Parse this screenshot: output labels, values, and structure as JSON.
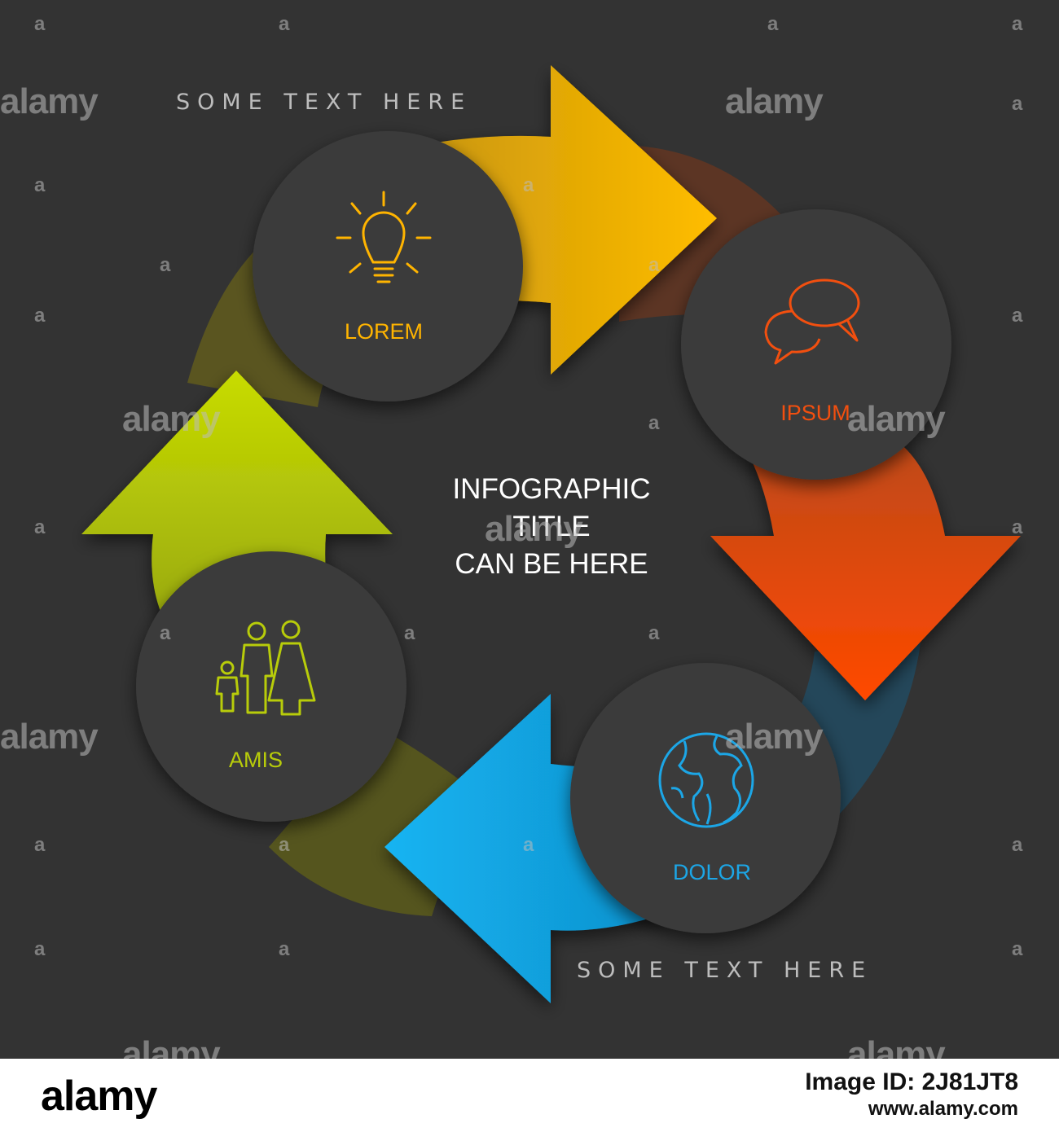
{
  "caption_top": "SOME TEXT HERE",
  "caption_bottom": "SOME TEXT HERE",
  "title_lines": [
    "INFOGRAPHIC",
    "TITLE",
    "CAN BE HERE"
  ],
  "steps": [
    {
      "label": "LOREM",
      "icon": "lightbulb-icon",
      "color": "#ffb400"
    },
    {
      "label": "IPSUM",
      "icon": "speech-bubbles-icon",
      "color": "#f24f0f"
    },
    {
      "label": "DOLOR",
      "icon": "globe-icon",
      "color": "#1ca6e6"
    },
    {
      "label": "AMIS",
      "icon": "family-icon",
      "color": "#b8cc0a"
    }
  ],
  "colors": {
    "background": "#333333",
    "circle": "#3a3a3a",
    "yellow": "#ffb400",
    "orange": "#f24f0f",
    "blue": "#1ca6e6",
    "green": "#b8cc0a"
  },
  "watermark": {
    "text": "alamy",
    "mark": "a"
  },
  "footer": {
    "logo": "alamy",
    "image_id": "Image ID: 2J81JT8",
    "site": "www.alamy.com"
  }
}
